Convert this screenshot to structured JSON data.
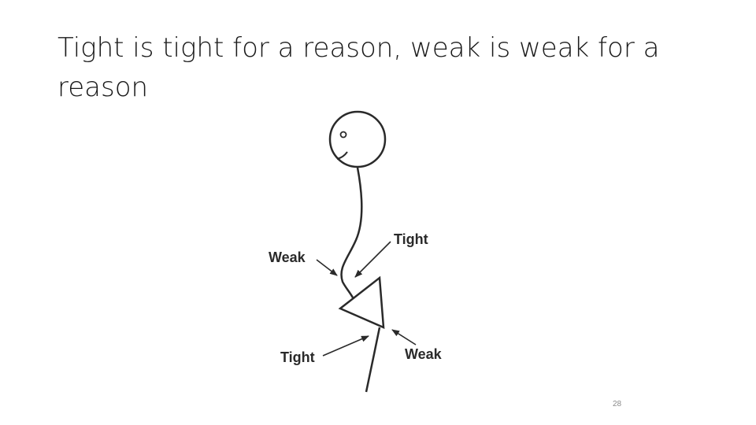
{
  "slide": {
    "title": "Tight is tight for a reason, weak is weak for a reason",
    "page_number": "28"
  },
  "diagram": {
    "labels": {
      "weak_upper": "Weak",
      "tight_upper": "Tight",
      "tight_lower": "Tight",
      "weak_lower": "Weak"
    }
  }
}
